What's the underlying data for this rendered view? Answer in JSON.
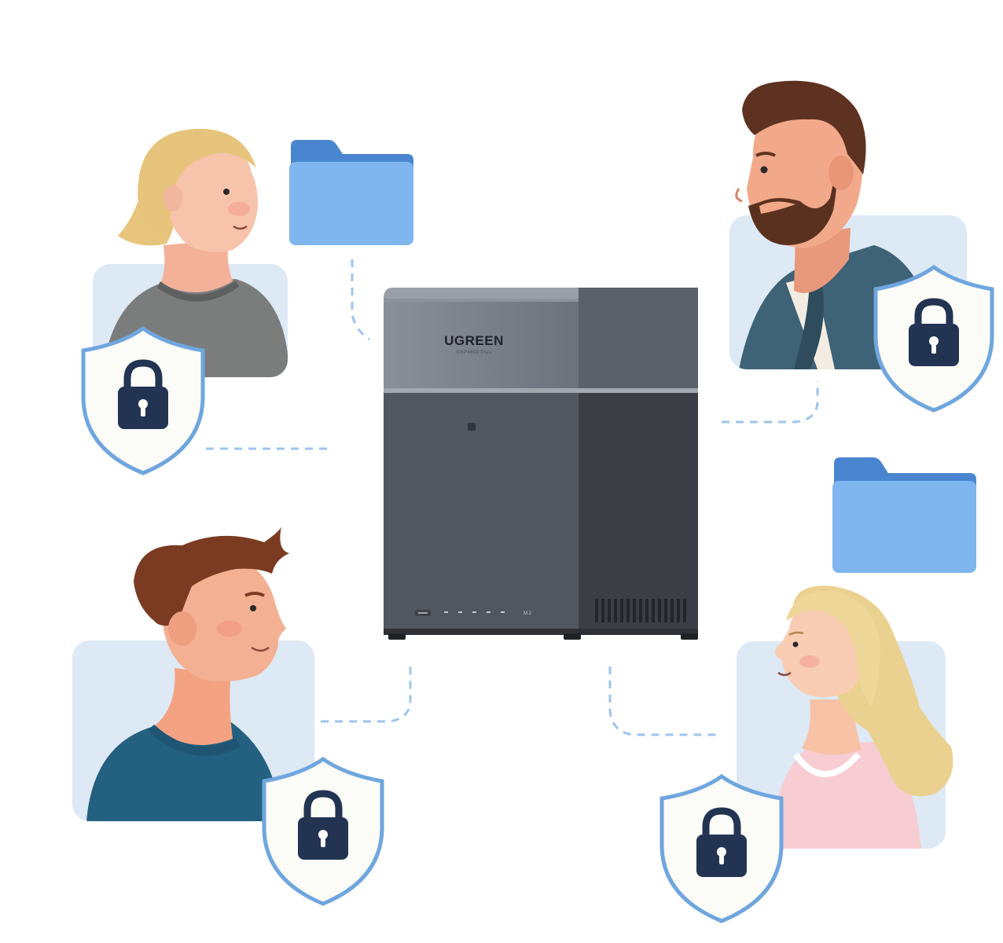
{
  "device": {
    "brand": "UGREEN",
    "model": "DXP4800 Plus",
    "drive_label": "M.2"
  },
  "colors": {
    "tile_bg": "#dde9f5",
    "shield_border": "#6fa6de",
    "shield_fill": "#fbfbf7",
    "lock": "#223452",
    "folder_front": "#7fb6ef",
    "folder_back": "#4a86cf",
    "connector": "#9fc4ec",
    "nas_top": "#7c8089",
    "nas_body": "#4b4f57"
  },
  "users": [
    {
      "name": "user-blonde-short-hair",
      "shirt": "gray"
    },
    {
      "name": "user-bearded-man",
      "shirt": "blue-denim"
    },
    {
      "name": "user-young-man",
      "shirt": "teal"
    },
    {
      "name": "user-blonde-long-hair",
      "shirt": "pink"
    }
  ],
  "icons": [
    "shield-lock-icon",
    "folder-icon"
  ]
}
